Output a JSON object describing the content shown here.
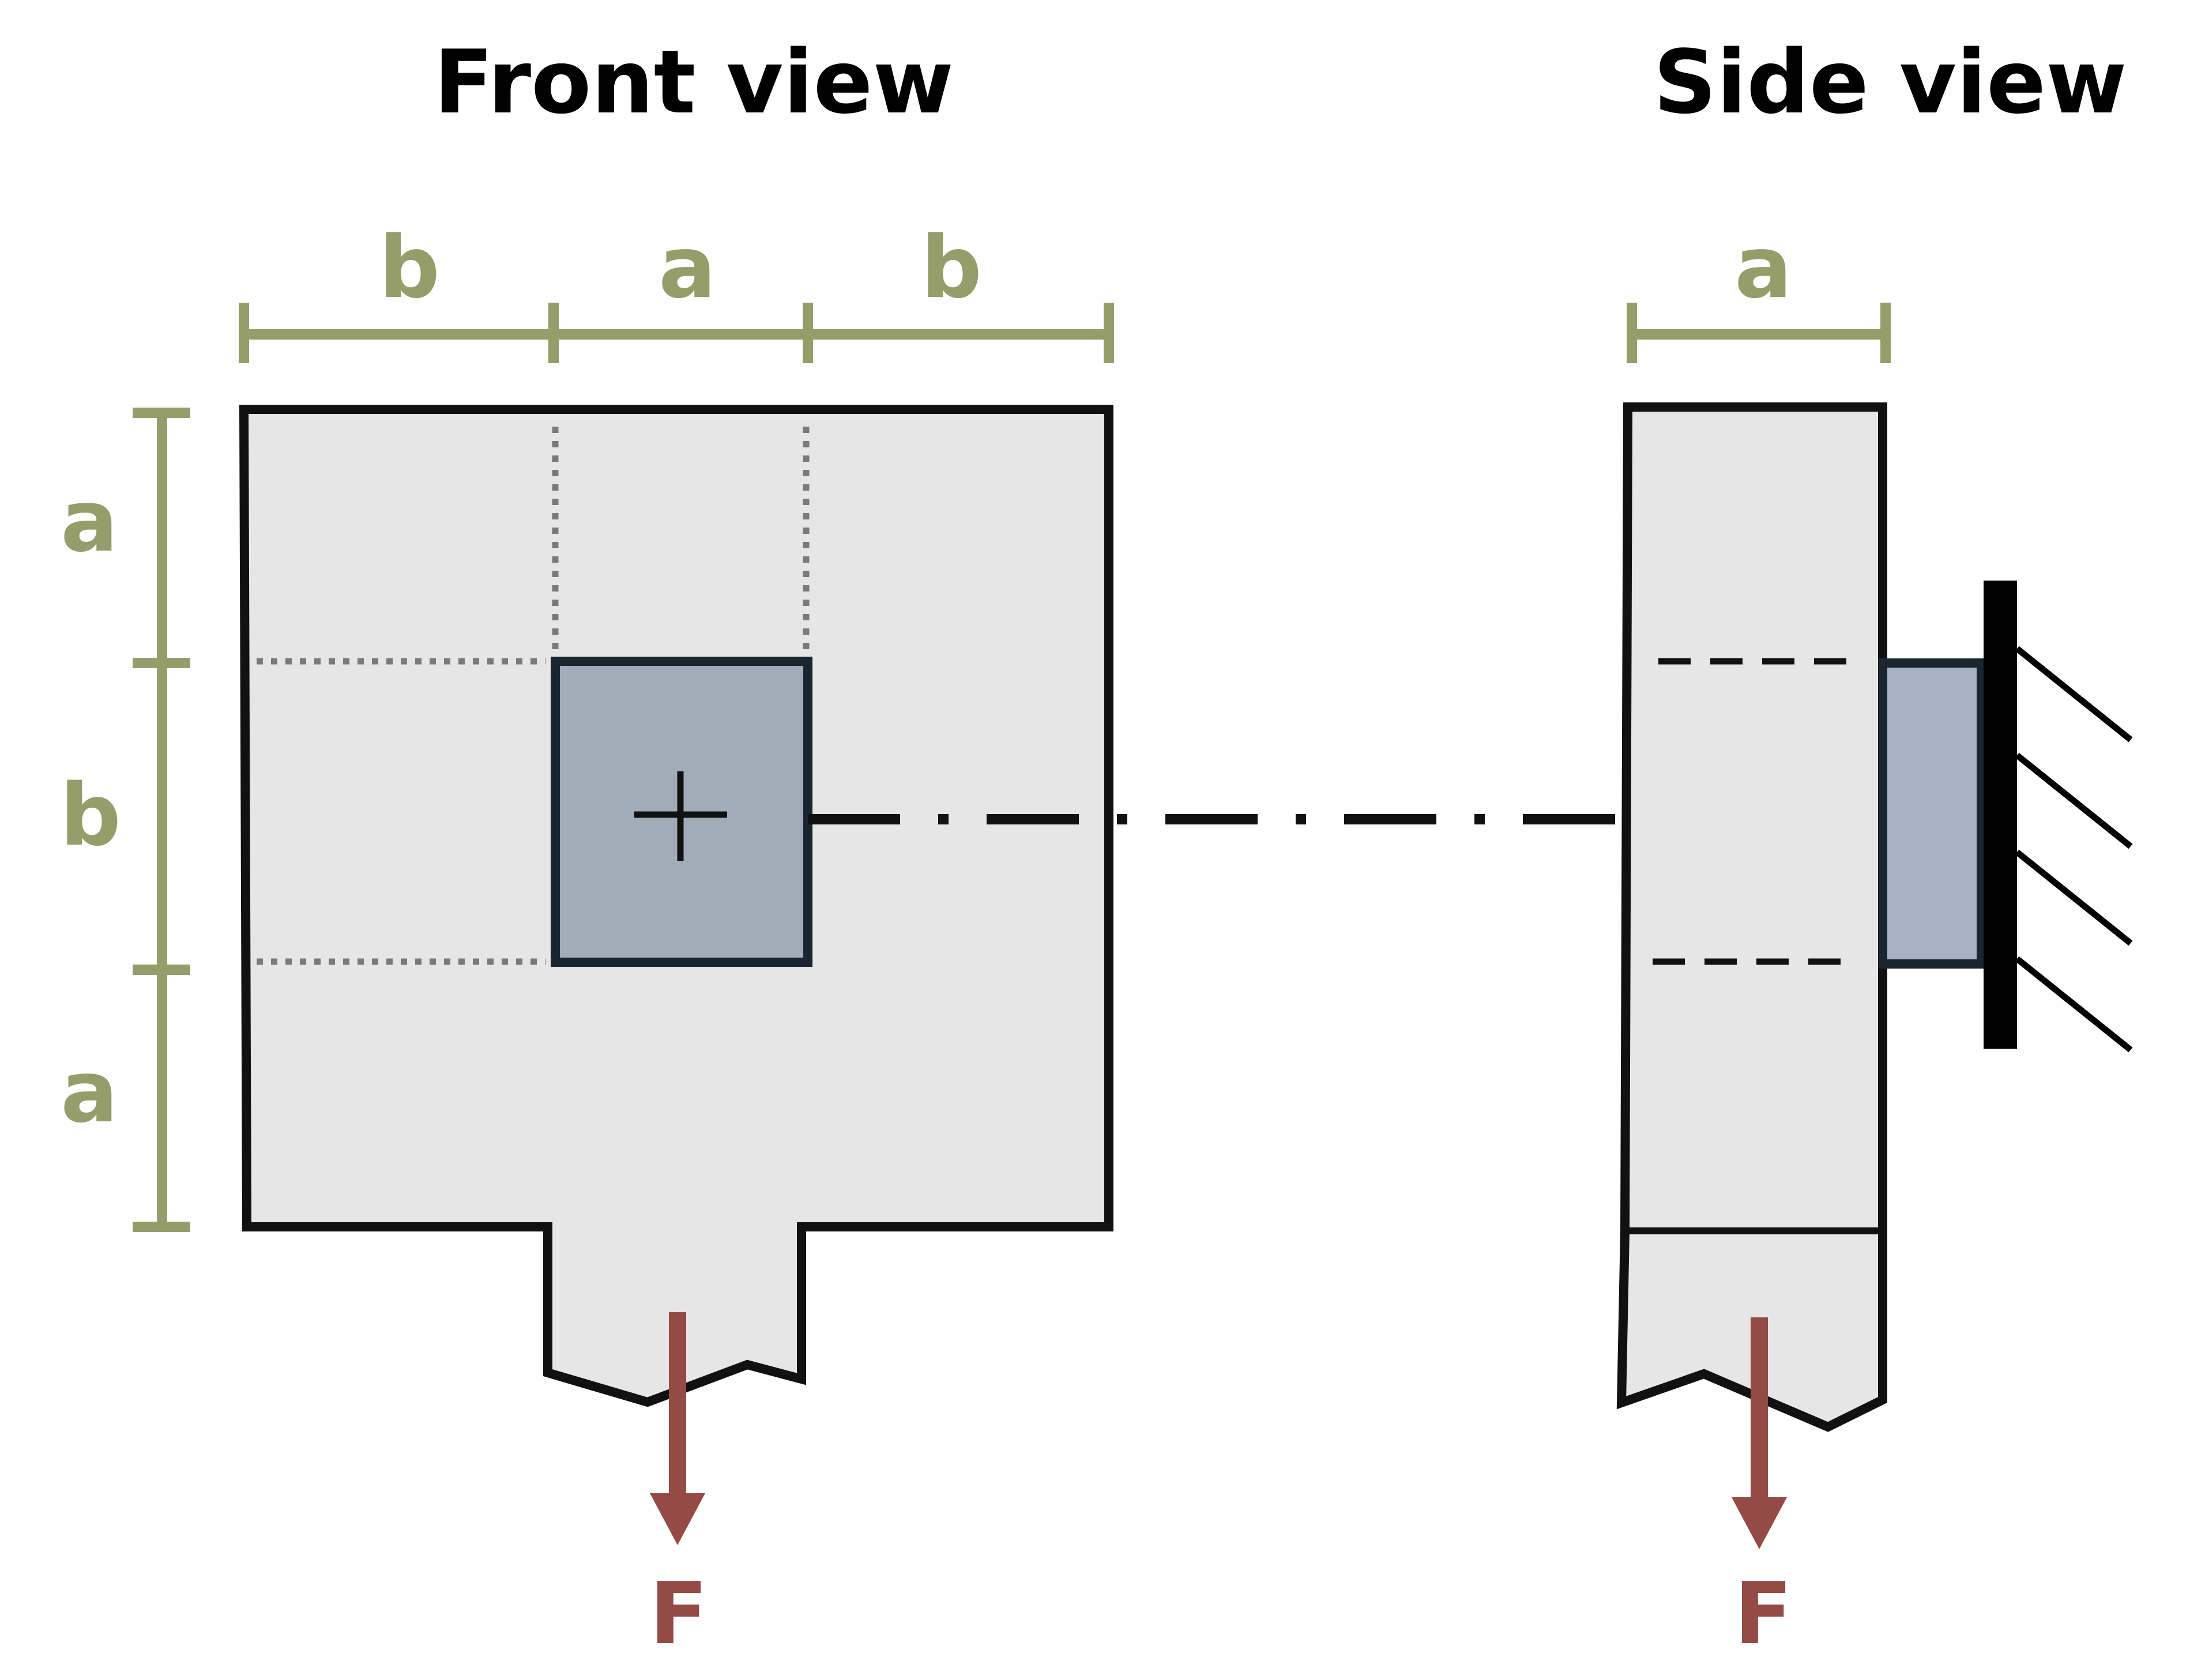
{
  "views": {
    "front": {
      "title": "Front view"
    },
    "side": {
      "title": "Side view"
    }
  },
  "dimensions": {
    "front_top": [
      "b",
      "a",
      "b"
    ],
    "front_left": [
      "a",
      "b",
      "a"
    ],
    "side_top": "a"
  },
  "force": {
    "front_label": "F",
    "side_label": "F"
  },
  "colors": {
    "plate_fill": "#e6e6e6",
    "bolt_fill": "#a2abb8",
    "dimension": "#959d6a",
    "force": "#944a45",
    "outline": "#111111",
    "guide": "#7a7a7a"
  }
}
